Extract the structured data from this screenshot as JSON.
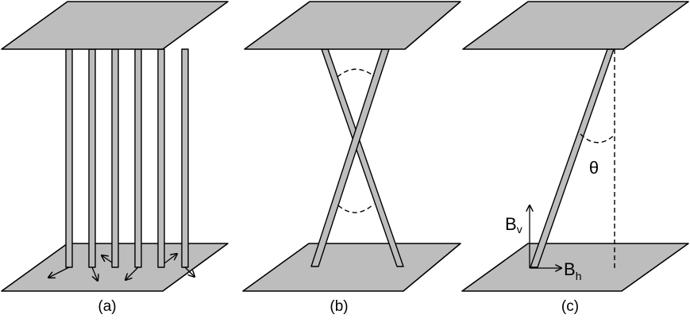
{
  "panels": [
    {
      "label": "(a)"
    },
    {
      "label": "(b)"
    },
    {
      "label": "(c)",
      "angle_symbol": "θ",
      "vertical_component": {
        "base": "B",
        "sub": "v"
      },
      "horizontal_component": {
        "base": "B",
        "sub": "h"
      }
    }
  ],
  "colors": {
    "plate": "#bdbdbd",
    "line": "#000000"
  }
}
